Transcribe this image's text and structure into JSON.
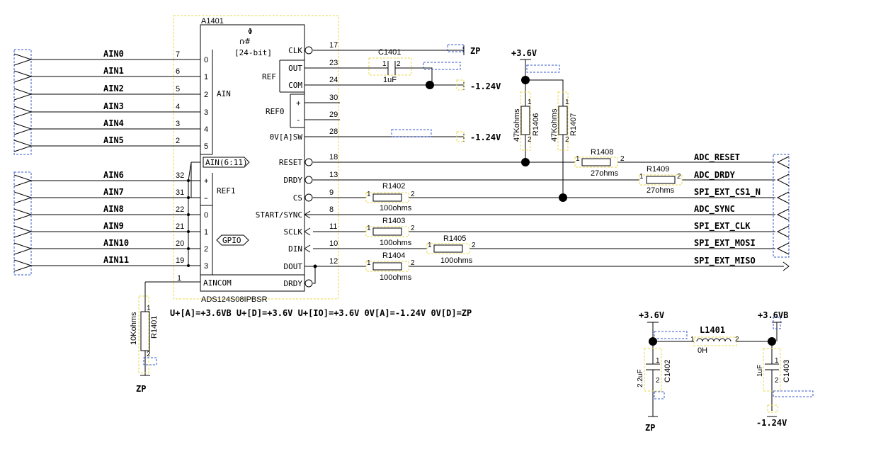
{
  "ic": {
    "refdes": "A1401",
    "part": "ADS124S08IPBSR",
    "phi": "Φ",
    "func": "∩⁄#",
    "bits": "[24-bit]",
    "grp_ain": "AIN",
    "grp_ain611": "AIN(6:11)",
    "grp_ref1": "REF1",
    "grp_gpio": "GPIO",
    "aincom": "AINCOM",
    "ain_pins": [
      {
        "n": "0",
        "num": "7",
        "net": "AIN0"
      },
      {
        "n": "1",
        "num": "6",
        "net": "AIN1"
      },
      {
        "n": "2",
        "num": "5",
        "net": "AIN2"
      },
      {
        "n": "3",
        "num": "4",
        "net": "AIN3"
      },
      {
        "n": "4",
        "num": "3",
        "net": "AIN4"
      },
      {
        "n": "5",
        "num": "2",
        "net": "AIN5"
      }
    ],
    "ain2_pins": [
      {
        "n": "+",
        "num": "32",
        "net": "AIN6"
      },
      {
        "n": "-",
        "num": "31",
        "net": "AIN7"
      },
      {
        "n": "0",
        "num": "22",
        "net": "AIN8"
      },
      {
        "n": "1",
        "num": "21",
        "net": "AIN9"
      },
      {
        "n": "2",
        "num": "20",
        "net": "AIN10"
      },
      {
        "n": "3",
        "num": "19",
        "net": "AIN11"
      }
    ],
    "aincom_num": "1",
    "right_labels": {
      "clk": "CLK",
      "ref": "REF",
      "out": "OUT",
      "com": "COM",
      "ref0": "REF0",
      "plus": "+",
      "minus": "-",
      "ovsw": "0V[A]SW",
      "reset": "RESET",
      "drdy": "DRDY",
      "cs": "CS",
      "start": "START/SYNC",
      "sclk": "SCLK",
      "din": "DIN",
      "dout": "DOUT",
      "drdy2": "DRDY"
    },
    "right_nums": {
      "clk": "17",
      "out": "23",
      "com": "24",
      "p30": "30",
      "p29": "29",
      "ovsw": "28",
      "reset": "18",
      "drdy": "13",
      "cs": "9",
      "start": "8",
      "sclk": "11",
      "din": "10",
      "dout": "12"
    }
  },
  "supply_note": "U+[A]=+3.6VB U+[D]=+3.6V U+[IO]=+3.6V 0V[A]=-1.24V 0V[D]=ZP",
  "nets": {
    "zp": "ZP",
    "m124": "-1.24V",
    "p36": "+3.6V",
    "p36b": "+3.6VB",
    "adc_reset": "ADC_RESET",
    "adc_drdy": "ADC_DRDY",
    "spi_cs": "SPI_EXT_CS1_N",
    "adc_sync": "ADC_SYNC",
    "spi_clk": "SPI_EXT_CLK",
    "spi_mosi": "SPI_EXT_MOSI",
    "spi_miso": "SPI_EXT_MISO"
  },
  "parts": {
    "c1401": {
      "ref": "C1401",
      "val": "1uF",
      "p1": "1",
      "p2": "2"
    },
    "r1401": {
      "ref": "R1401",
      "val": "10Kohms",
      "p1": "1",
      "p2": "2"
    },
    "r1402": {
      "ref": "R1402",
      "val": "100ohms",
      "p1": "1",
      "p2": "2"
    },
    "r1403": {
      "ref": "R1403",
      "val": "100ohms",
      "p1": "1",
      "p2": "2"
    },
    "r1404": {
      "ref": "R1404",
      "val": "100ohms",
      "p1": "1",
      "p2": "2"
    },
    "r1405": {
      "ref": "R1405",
      "val": "100ohms",
      "p1": "1",
      "p2": "2"
    },
    "r1406": {
      "ref": "R1406",
      "val": "47Kohms",
      "p1": "1",
      "p2": "2"
    },
    "r1407": {
      "ref": "R1407",
      "val": "47Kohms",
      "p1": "1",
      "p2": "2"
    },
    "r1408": {
      "ref": "R1408",
      "val": "27ohms",
      "p1": "1",
      "p2": "2"
    },
    "r1409": {
      "ref": "R1409",
      "val": "27ohms",
      "p1": "1",
      "p2": "2"
    },
    "l1401": {
      "ref": "L1401",
      "val": "0H",
      "p1": "1",
      "p2": "2"
    },
    "c1402": {
      "ref": "C1402",
      "val": "2.2uF",
      "p1": "1",
      "p2": "2"
    },
    "c1403": {
      "ref": "C1403",
      "val": "1uF",
      "p1": "1",
      "p2": "2"
    }
  },
  "colors": {
    "wire": "#000000",
    "part_outline": "#e8d84a",
    "net_outline": "#3355cc"
  }
}
